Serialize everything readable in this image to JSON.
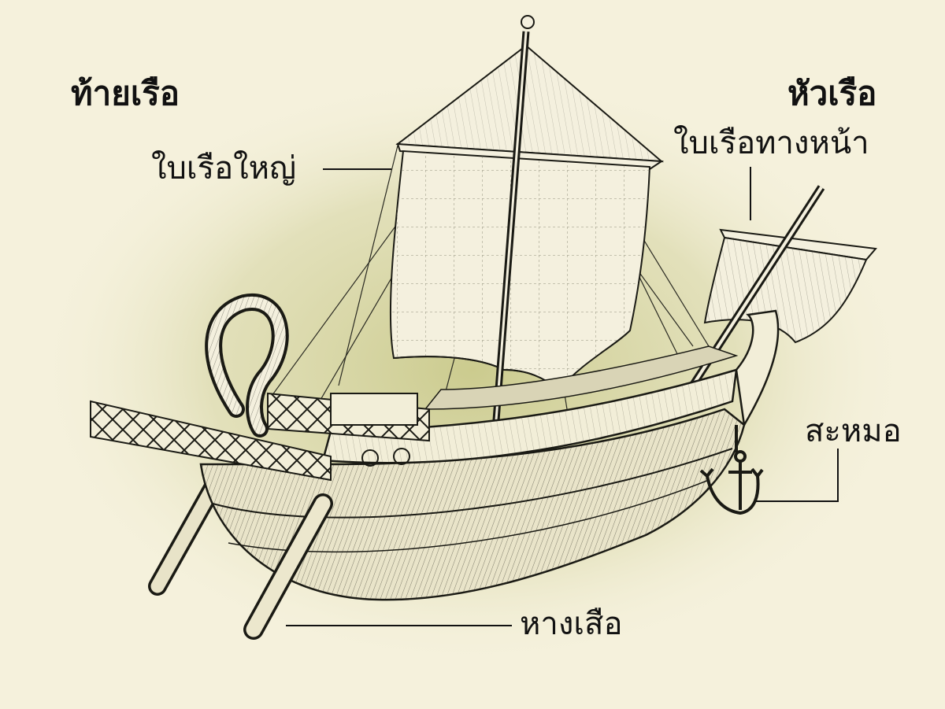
{
  "diagram": {
    "labels": {
      "stern": "ท้ายเรือ",
      "bow": "หัวเรือ",
      "mainsail": "ใบเรือใหญ่",
      "foresail": "ใบเรือทางหน้า",
      "anchor": "สะหมอ",
      "rudder": "หางเสือ"
    },
    "colors": {
      "background": "#f5f1dc",
      "glow": "#c9c98a",
      "ink": "#1a1a14",
      "sail": "#f4f0de"
    }
  }
}
